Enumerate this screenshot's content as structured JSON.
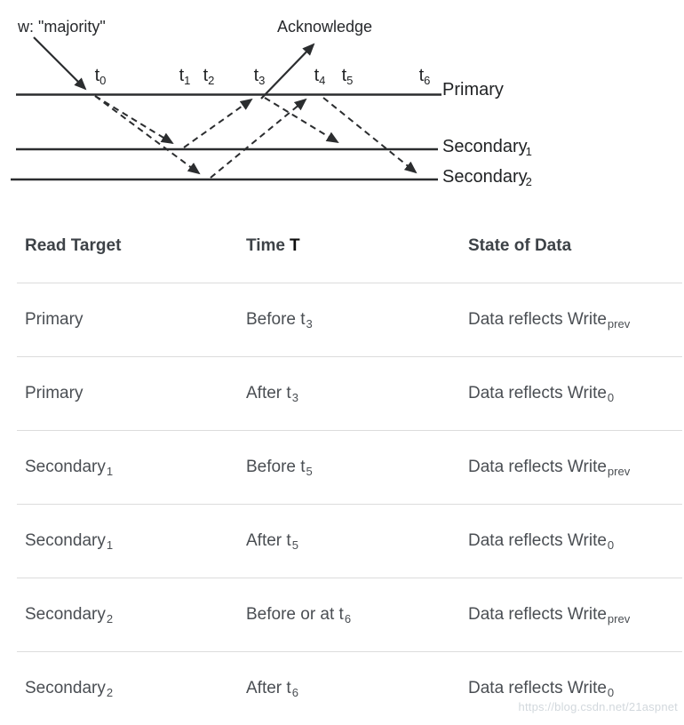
{
  "diagram": {
    "write_concern_label": "w: \"majority\"",
    "acknowledge_label": "Acknowledge",
    "time_labels": [
      {
        "base": "t",
        "sub": "0"
      },
      {
        "base": "t",
        "sub": "1"
      },
      {
        "base": "t",
        "sub": "2"
      },
      {
        "base": "t",
        "sub": "3"
      },
      {
        "base": "t",
        "sub": "4"
      },
      {
        "base": "t",
        "sub": "5"
      },
      {
        "base": "t",
        "sub": "6"
      }
    ],
    "lanes": [
      {
        "name": "Primary",
        "sub": ""
      },
      {
        "name": "Secondary",
        "sub": "1"
      },
      {
        "name": "Secondary",
        "sub": "2"
      }
    ],
    "line_color": "#2b2d2f"
  },
  "table": {
    "headers": {
      "read_target": "Read Target",
      "time": "Time",
      "time_var": "T",
      "state": "State of Data"
    },
    "rows": [
      {
        "target": {
          "base": "Primary",
          "sub": ""
        },
        "time": {
          "base": "Before t",
          "sub": "3"
        },
        "state": {
          "base": "Data reflects Write",
          "sub": "prev"
        }
      },
      {
        "target": {
          "base": "Primary",
          "sub": ""
        },
        "time": {
          "base": "After t",
          "sub": "3"
        },
        "state": {
          "base": "Data reflects Write",
          "sub": "0"
        }
      },
      {
        "target": {
          "base": "Secondary",
          "sub": "1"
        },
        "time": {
          "base": "Before t",
          "sub": "5"
        },
        "state": {
          "base": "Data reflects Write",
          "sub": "prev"
        }
      },
      {
        "target": {
          "base": "Secondary",
          "sub": "1"
        },
        "time": {
          "base": "After t",
          "sub": "5"
        },
        "state": {
          "base": "Data reflects Write",
          "sub": "0"
        }
      },
      {
        "target": {
          "base": "Secondary",
          "sub": "2"
        },
        "time": {
          "base": "Before or at t",
          "sub": "6"
        },
        "state": {
          "base": "Data reflects Write",
          "sub": "prev"
        }
      },
      {
        "target": {
          "base": "Secondary",
          "sub": "2"
        },
        "time": {
          "base": "After t",
          "sub": "6"
        },
        "state": {
          "base": "Data reflects Write",
          "sub": "0"
        }
      }
    ]
  },
  "watermark": "https://blog.csdn.net/21aspnet"
}
